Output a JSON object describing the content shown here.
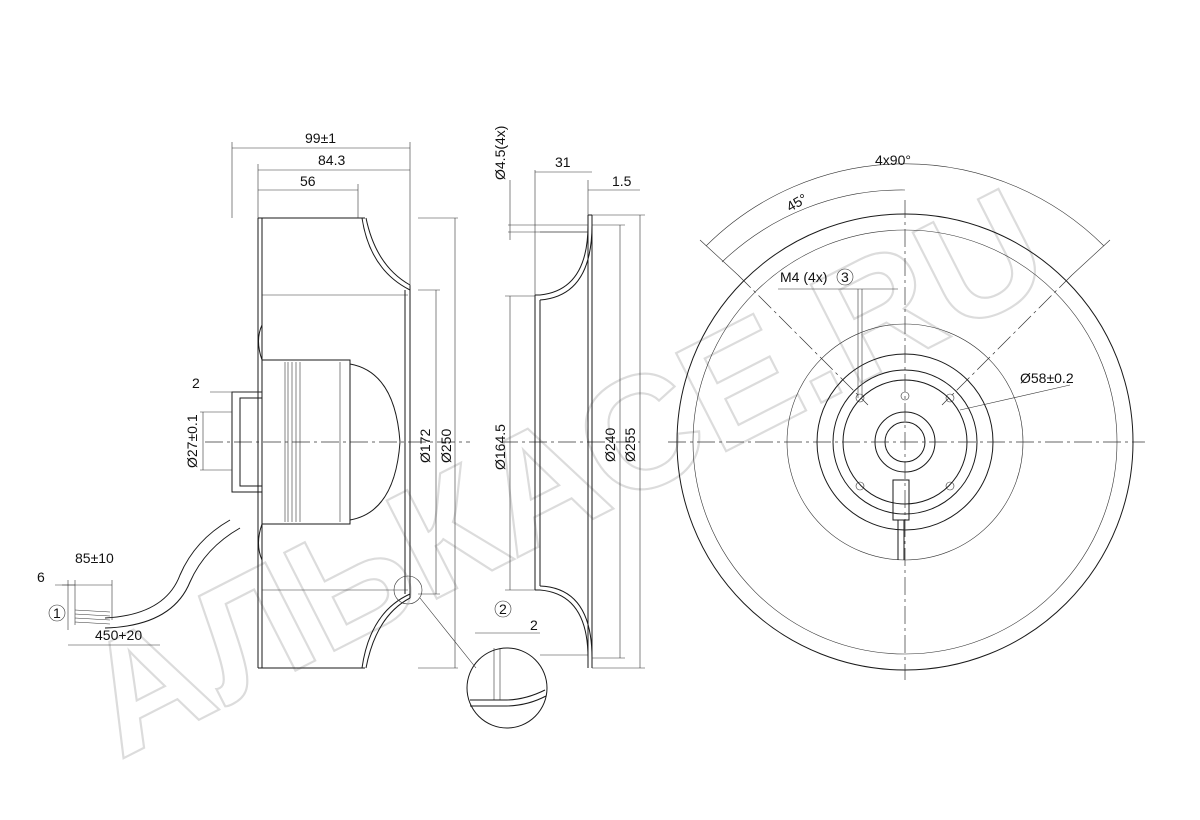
{
  "watermark": "АЛЬКАСЕ.RU",
  "side_view": {
    "dim_overall_length": "99±1",
    "dim_length_inner": "84.3",
    "dim_length_motor": "56",
    "dim_shaft_step": "2",
    "dim_shaft_diameter": "Ø27±0.1",
    "dim_diameter_172": "Ø172",
    "dim_diameter_250": "Ø250",
    "dim_cable_strip": "6",
    "dim_cable_sleeve": "85±10",
    "dim_cable_length": "450+20",
    "callout_1": "1"
  },
  "section_view": {
    "dim_holes": "Ø4.5(4x)",
    "dim_flange_31": "31",
    "dim_flange_thickness": "1.5",
    "dim_inlet_diameter": "Ø164.5",
    "dim_diameter_240": "Ø240",
    "dim_diameter_255": "Ø255",
    "callout_2": "2",
    "dim_detail_2": "2"
  },
  "front_view": {
    "dim_angle_pattern": "4x90°",
    "dim_angle_45": "45°",
    "dim_thread": "M4 (4x)",
    "callout_3": "3",
    "dim_hub_diameter": "Ø58±0.2"
  }
}
